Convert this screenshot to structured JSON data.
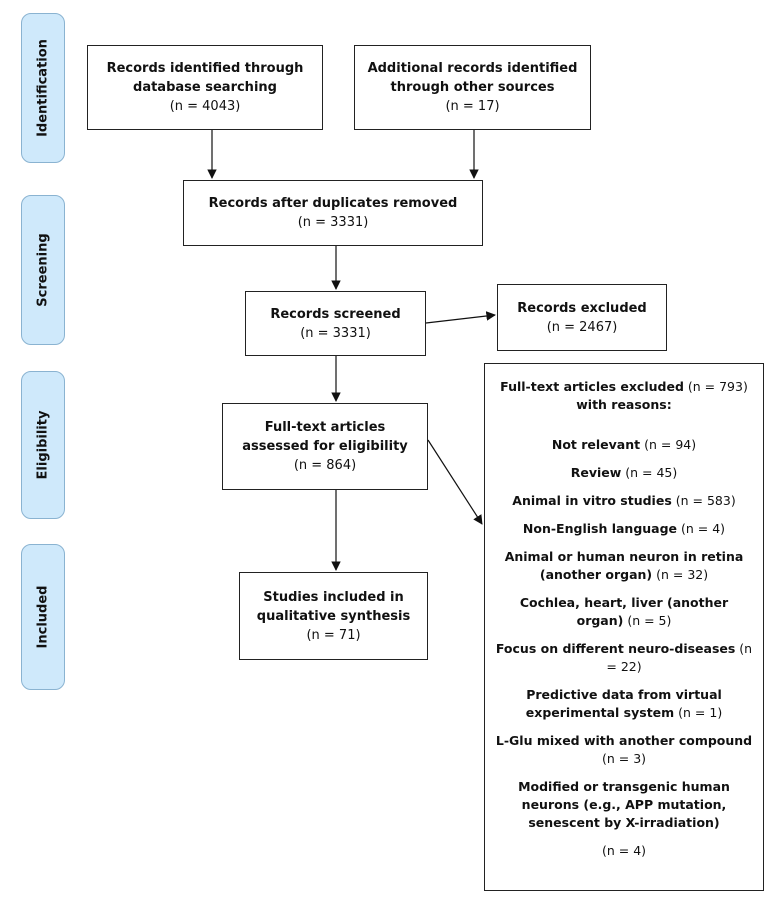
{
  "phases": [
    "Identification",
    "Screening",
    "Eligibility",
    "Included"
  ],
  "boxes": {
    "db": {
      "label": "Records identified through database searching",
      "count": "(n = 4043)"
    },
    "other": {
      "label": "Additional records identified through other sources",
      "count": "(n = 17)"
    },
    "dup": {
      "label": "Records after duplicates removed",
      "count": "(n = 3331)"
    },
    "screened": {
      "label": "Records screened",
      "count": "(n = 3331)"
    },
    "excluded": {
      "label": "Records excluded",
      "count": "(n = 2467)"
    },
    "fulltext": {
      "label": "Full-text articles assessed for eligibility",
      "count": "(n = 864)"
    },
    "included": {
      "label": "Studies included in qualitative synthesis",
      "count": "(n = 71)"
    }
  },
  "exclusions": {
    "header_bold": "Full-text articles excluded",
    "header_rest": " (n = 793) ",
    "header_tail": "with reasons:",
    "reasons": [
      {
        "label": "Not relevant",
        "count": " (n = 94)"
      },
      {
        "label": "Review",
        "count": " (n = 45)"
      },
      {
        "label": "Animal in vitro studies",
        "count": " (n = 583)"
      },
      {
        "label": "Non-English language",
        "count": " (n = 4)"
      },
      {
        "label": "Animal or human neuron in retina (another organ)",
        "count": " (n = 32)"
      },
      {
        "label": "Cochlea, heart, liver (another organ)",
        "count": " (n = 5)"
      },
      {
        "label": "Focus on different neuro-diseases",
        "count": " (n = 22)"
      },
      {
        "label": "Predictive data from virtual experimental system",
        "count": " (n = 1)"
      },
      {
        "label": "L-Glu mixed with another compound",
        "count": " (n = 3)"
      },
      {
        "label": "Modified or transgenic human neurons (e.g., APP mutation, senescent by X-irradiation)",
        "count": ""
      }
    ],
    "last_count": "(n = 4)"
  }
}
